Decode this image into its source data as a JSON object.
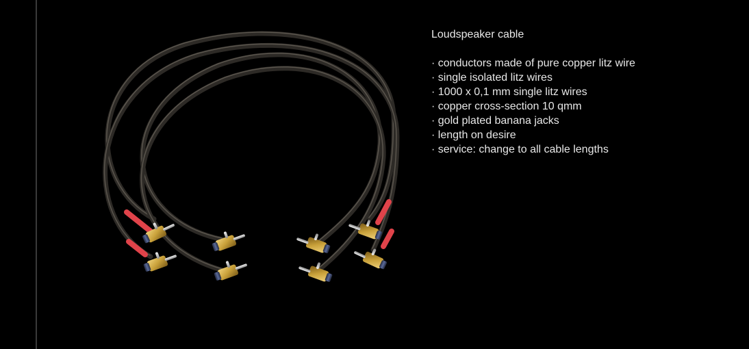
{
  "product": {
    "title": "Loudspeaker cable",
    "features": [
      "· conductors made of pure copper litz wire",
      "· single isolated litz wires",
      "· 1000 x 0,1 mm single litz wires",
      "· copper cross-section 10 qmm",
      "· gold plated banana jacks",
      "· length on desire",
      "· service: change to all cable lengths"
    ]
  },
  "colors": {
    "background": "#000000",
    "text": "#e8e8e8",
    "cable": "#2d2a26",
    "cable_highlight": "#5a554d",
    "sleeve_red": "#e0434a",
    "gold": "#c9a13a",
    "cap_blue": "#4a5a8a"
  }
}
